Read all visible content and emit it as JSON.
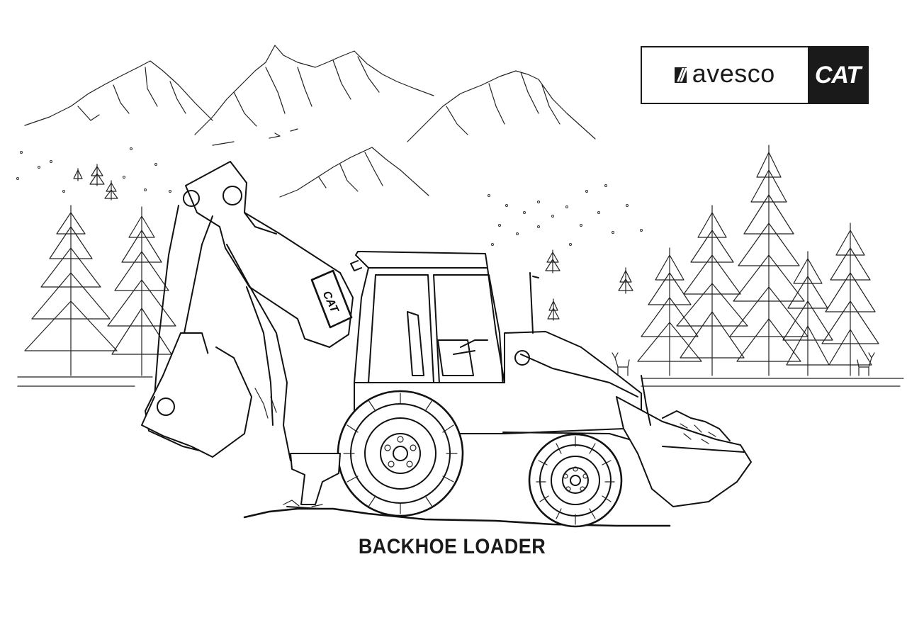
{
  "logo": {
    "slashes": "//",
    "brand": "avesco",
    "cat": "CAT"
  },
  "machine_label": "CAT",
  "caption": "BACKHOE LOADER"
}
